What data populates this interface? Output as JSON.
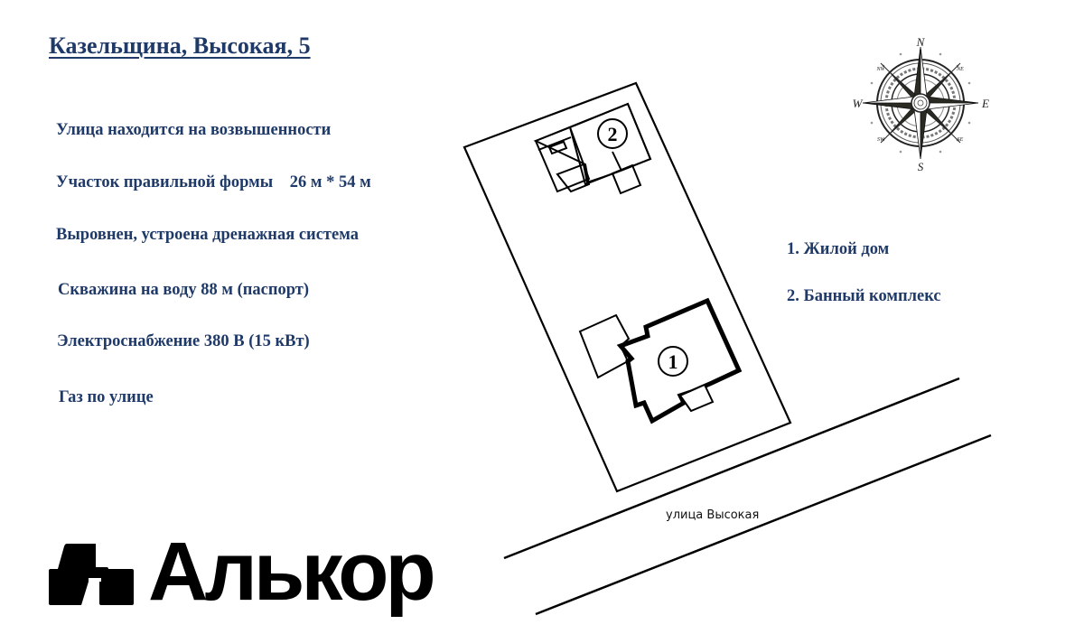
{
  "title": "Казельщина, Высокая, 5",
  "features": [
    {
      "label": "Улица находится на возвышенности"
    },
    {
      "label": "Участок правильной формы",
      "value": "26 м * 54 м"
    },
    {
      "label": "Выровнен, устроена дренажная система"
    },
    {
      "label": "Скважина на воду 88 м (паспорт)"
    },
    {
      "label": "Электроснабжение 380 В (15 кВт)"
    },
    {
      "label": "Газ по улице"
    }
  ],
  "legend": [
    {
      "number": "1",
      "label": "1. Жилой дом"
    },
    {
      "number": "2",
      "label": "2. Банный комплекс"
    }
  ],
  "plan": {
    "building_1_marker": "1",
    "building_2_marker": "2",
    "street_label": "улица Высокая"
  },
  "compass": {
    "n": "N",
    "s": "S",
    "e": "E",
    "w": "W",
    "ne": "NE",
    "nw": "NW",
    "se": "SE",
    "sw": "SW"
  },
  "logo": {
    "icon": "alkor-logo-icon",
    "text": "Алькор"
  },
  "colors": {
    "text": "#1f3a68",
    "lines": "#000000",
    "background": "#ffffff"
  }
}
